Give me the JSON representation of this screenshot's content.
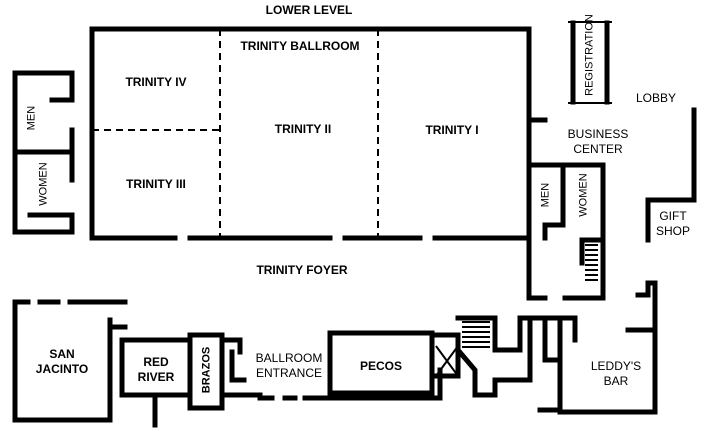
{
  "title": "LOWER LEVEL",
  "rooms": {
    "ballroom": "TRINITY BALLROOM",
    "trinity_iv": "TRINITY IV",
    "trinity_iii": "TRINITY III",
    "trinity_ii": "TRINITY II",
    "trinity_i": "TRINITY I",
    "foyer": "TRINITY FOYER",
    "san_jacinto_1": "SAN",
    "san_jacinto_2": "JACINTO",
    "red_river_1": "RED",
    "red_river_2": "RIVER",
    "brazos": "BRAZOS",
    "ballroom_entrance_1": "BALLROOM",
    "ballroom_entrance_2": "ENTRANCE",
    "pecos": "PECOS",
    "leddys_bar_1": "LEDDY'S",
    "leddys_bar_2": "BAR",
    "registration": "REGISTRATION",
    "lobby": "LOBBY",
    "business_center_1": "BUSINESS",
    "business_center_2": "CENTER",
    "gift_shop_1": "GIFT",
    "gift_shop_2": "SHOP",
    "men_left": "MEN",
    "women_left": "WOMEN",
    "men_right": "MEN",
    "women_right": "WOMEN"
  }
}
